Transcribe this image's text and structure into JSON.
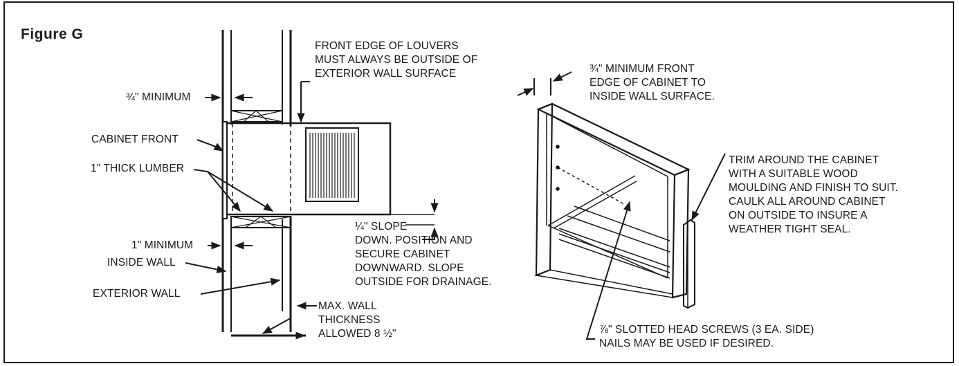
{
  "figure_title": "Figure  G",
  "labels": {
    "front_edge_louvers": [
      "FRONT EDGE OF LOUVERS",
      "MUST ALWAYS BE OUTSIDE OF",
      "EXTERIOR WALL SURFACE"
    ],
    "three_quarter_minimum": "¾\" MINIMUM",
    "cabinet_front": "CABINET FRONT",
    "one_inch_lumber": "1\" THICK LUMBER",
    "one_inch_minimum": "1\" MINIMUM",
    "inside_wall": "INSIDE WALL",
    "exterior_wall": "EXTERIOR WALL",
    "slope_note": [
      "¼\" SLOPE",
      "DOWN. POSITION AND",
      "SECURE CABINET",
      "DOWNWARD. SLOPE",
      "OUTSIDE FOR DRAINAGE."
    ],
    "max_wall": [
      "MAX. WALL",
      "THICKNESS",
      "ALLOWED 8 ½\""
    ],
    "cabinet_edge_note": [
      "¾\" MINIMUM FRONT",
      "EDGE OF CABINET TO",
      "INSIDE WALL SURFACE."
    ],
    "trim_note": [
      "TRIM AROUND THE CABINET",
      "WITH A SUITABLE WOOD",
      "MOULDING AND FINISH TO SUIT.",
      "CAULK ALL AROUND CABINET",
      "ON OUTSIDE TO INSURE A",
      "WEATHER TIGHT SEAL."
    ],
    "screws_note": [
      "⅞\" SLOTTED HEAD SCREWS (3 EA. SIDE)",
      "NAILS MAY BE USED IF DESIRED."
    ]
  },
  "colors": {
    "ink": "#1a1a1a",
    "paper": "#ffffff"
  }
}
